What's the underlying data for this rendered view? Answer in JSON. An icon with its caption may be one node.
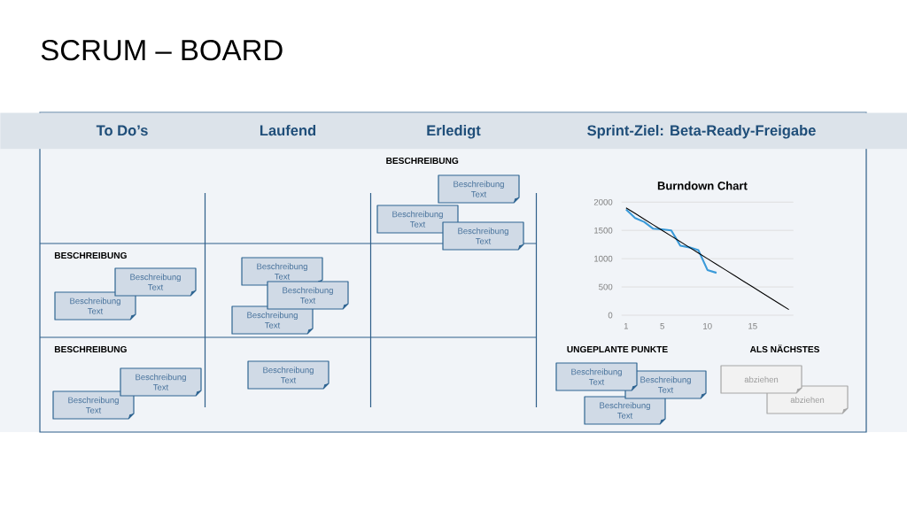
{
  "diagram": {
    "title": "SCRUM – BOARD",
    "nodes": [
      {
        "text": [
          "To Do’s",
          "Laufend",
          "Erledigt",
          "Sprint-Ziel: Beta-Ready-Freigabe"
        ]
      },
      {
        "text": [
          "Beschreibung Text"
        ]
      },
      {
        "text": [
          "Beschreibung Text"
        ]
      },
      {
        "text": [
          "Beschreibung Text"
        ]
      },
      {
        "text": [
          "Beschreibung Text"
        ]
      },
      {
        "text": [
          "Beschreibung Text"
        ]
      },
      {
        "text": [
          "Beschreibung Text"
        ]
      },
      {
        "text": [
          "Beschreibung Text"
        ]
      },
      {
        "text": [
          "Beschreibung Text"
        ]
      },
      {
        "text": [
          "Beschreibung Text"
        ]
      },
      {
        "text": [
          "Beschreibung Text"
        ]
      },
      {
        "text": [
          "Beschreibung Text"
        ]
      },
      {
        "text": [
          "Beschreibung Text"
        ]
      },
      {
        "text": [
          "Beschreibung Text"
        ]
      },
      {
        "text": [
          "Beschreibung Text"
        ]
      },
      {
        "text": [
          "abziehen"
        ]
      },
      {
        "text": [
          "abziehen"
        ]
      }
    ],
    "labels": [
      "BESCHREIBUNG",
      "BESCHREIBUNG",
      "BESCHREIBUNG",
      "UNGEPLANTE PUNKTE",
      "ALS NÄCHSTES"
    ],
    "chart_data": {
      "type": "line",
      "title": "Burndown Chart",
      "x": [
        1,
        2,
        3,
        4,
        5,
        6,
        7,
        8,
        9,
        10,
        11,
        12,
        13,
        14,
        15,
        16,
        17,
        18,
        19
      ],
      "series": [
        {
          "color": "#3a9ad9",
          "values": [
            1870,
            1720,
            1650,
            1530,
            1520,
            1500,
            1230,
            1200,
            1150,
            800,
            750,
            null,
            null,
            null,
            null,
            null,
            null,
            null,
            null
          ]
        },
        {
          "color": "#000000",
          "values": [
            1900,
            1800,
            1700,
            1600,
            1500,
            1400,
            1300,
            1200,
            1100,
            1000,
            900,
            800,
            700,
            600,
            500,
            400,
            300,
            200,
            100
          ]
        }
      ],
      "xlim": [
        0.5,
        19.5
      ],
      "ylim": [
        0,
        2000
      ],
      "xticks": [
        1,
        5,
        10,
        15
      ],
      "yticks": [
        0,
        500,
        1000,
        1500,
        2000
      ],
      "grid": true
    }
  }
}
